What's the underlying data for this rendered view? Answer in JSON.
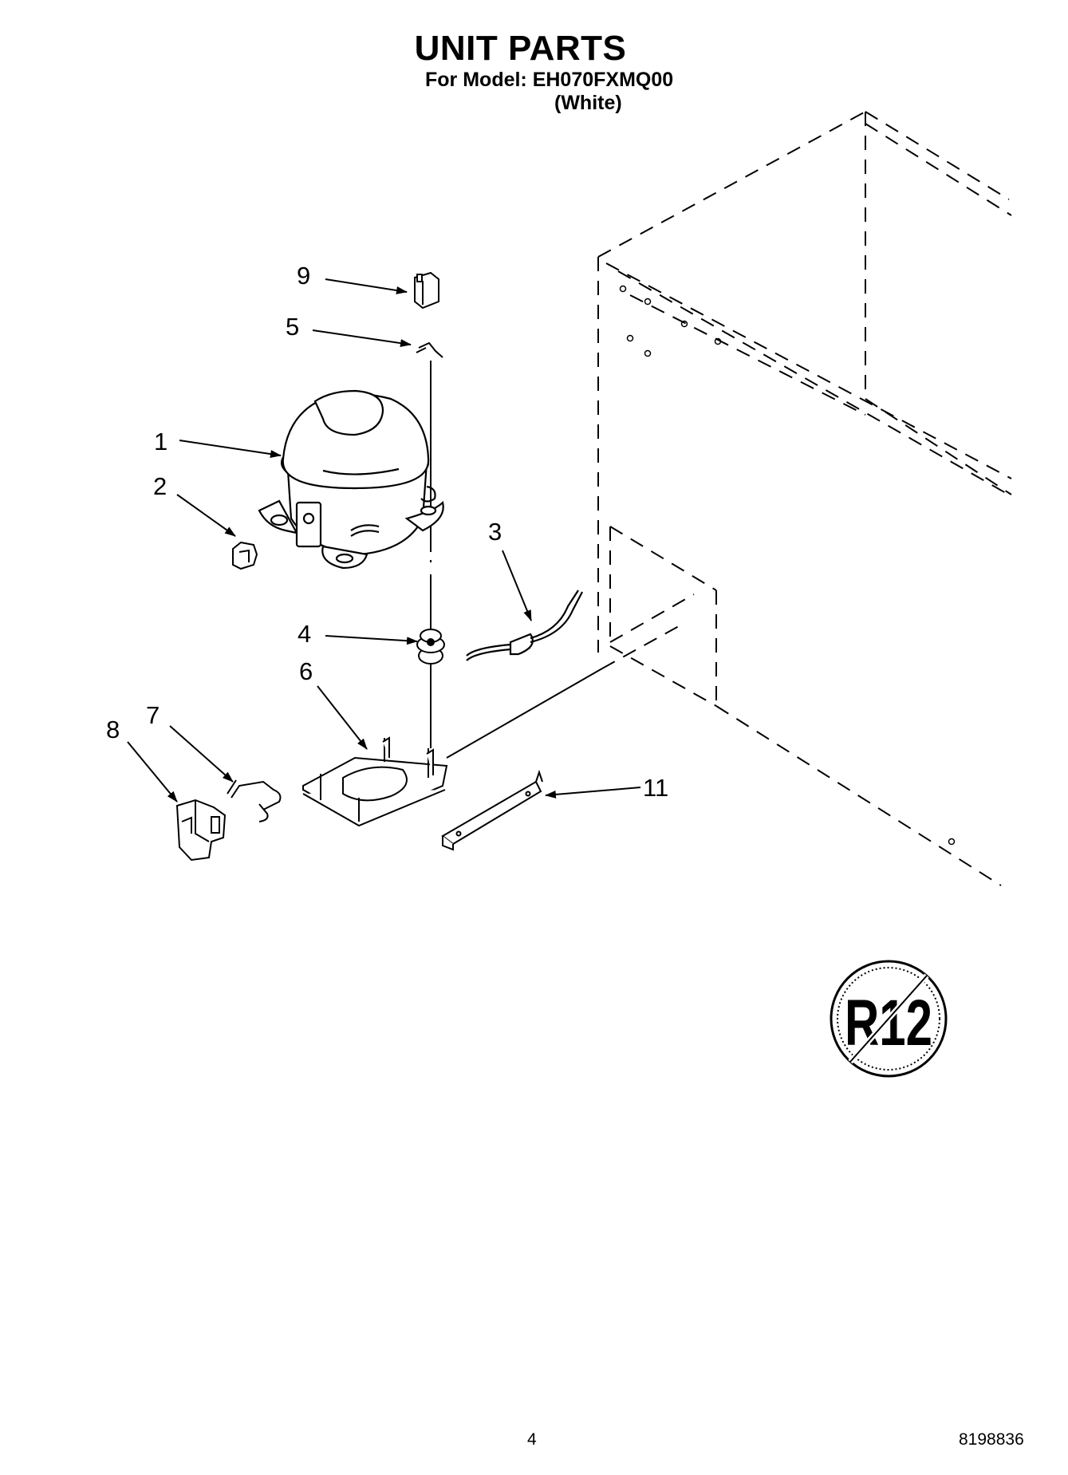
{
  "header": {
    "title": "UNIT PARTS",
    "model_line": "For Model: EH070FXMQ00",
    "color_line": "(White)"
  },
  "callouts": [
    {
      "id": "1",
      "label": "1"
    },
    {
      "id": "2",
      "label": "2"
    },
    {
      "id": "3",
      "label": "3"
    },
    {
      "id": "4",
      "label": "4"
    },
    {
      "id": "5",
      "label": "5"
    },
    {
      "id": "6",
      "label": "6"
    },
    {
      "id": "7",
      "label": "7"
    },
    {
      "id": "8",
      "label": "8"
    },
    {
      "id": "9",
      "label": "9"
    },
    {
      "id": "11",
      "label": "11"
    }
  ],
  "badge": {
    "text": "R12"
  },
  "footer": {
    "page_number": "4",
    "document_number": "8198836"
  }
}
